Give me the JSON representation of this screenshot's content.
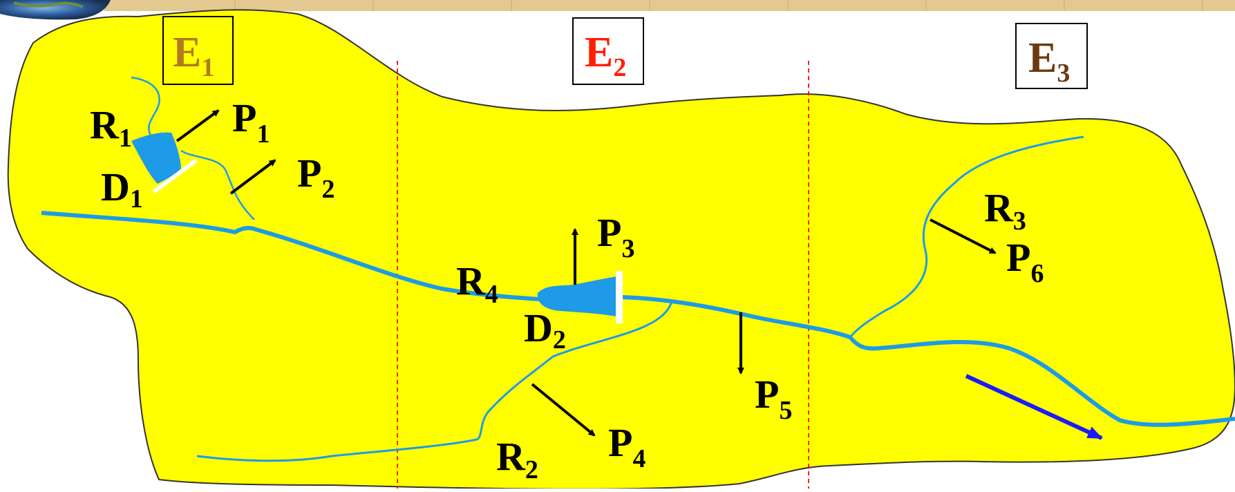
{
  "colors": {
    "land": "#ffff00",
    "river": "#1e9be6",
    "dam": "#ffffff",
    "arrow": "#000000",
    "flow_arrow": "#1a1aff",
    "zone_line": "#ff0000",
    "banner": "#e3c98f",
    "E1": "#b07a20",
    "E2": "#ff2000",
    "E3": "#6b3a12"
  },
  "zones": [
    {
      "id": "E1",
      "letter": "E",
      "sub": "1"
    },
    {
      "id": "E2",
      "letter": "E",
      "sub": "2"
    },
    {
      "id": "E3",
      "letter": "E",
      "sub": "3"
    }
  ],
  "rivers": [
    {
      "letter": "R",
      "sub": "1"
    },
    {
      "letter": "R",
      "sub": "2"
    },
    {
      "letter": "R",
      "sub": "3"
    },
    {
      "letter": "R",
      "sub": "4"
    }
  ],
  "dams": [
    {
      "letter": "D",
      "sub": "1"
    },
    {
      "letter": "D",
      "sub": "2"
    }
  ],
  "points": [
    {
      "letter": "P",
      "sub": "1"
    },
    {
      "letter": "P",
      "sub": "2"
    },
    {
      "letter": "P",
      "sub": "3"
    },
    {
      "letter": "P",
      "sub": "4"
    },
    {
      "letter": "P",
      "sub": "5"
    },
    {
      "letter": "P",
      "sub": "6"
    }
  ],
  "icons": {
    "globe": "globe-icon",
    "flow": "flow-direction-arrow"
  }
}
